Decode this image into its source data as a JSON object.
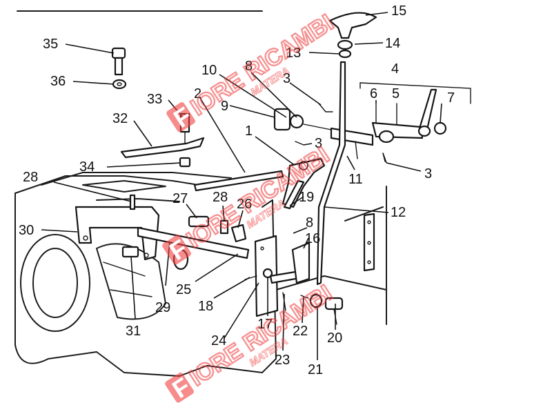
{
  "callouts": [
    "1",
    "2",
    "3",
    "4",
    "5",
    "6",
    "7",
    "8",
    "9",
    "10",
    "11",
    "12",
    "13",
    "14",
    "15",
    "16",
    "17",
    "18",
    "19",
    "20",
    "21",
    "22",
    "23",
    "24",
    "25",
    "26",
    "27",
    "28",
    "29",
    "30",
    "31",
    "32",
    "33",
    "34",
    "35",
    "36"
  ],
  "extra": {
    "c3b": "3",
    "c3c": "3",
    "c8b": "8",
    "c28b": "28"
  },
  "watermark": {
    "brand": "FIORE RICAMBI",
    "city": "MATERA",
    "logo_letter": "F",
    "color": "#f03a3a"
  }
}
